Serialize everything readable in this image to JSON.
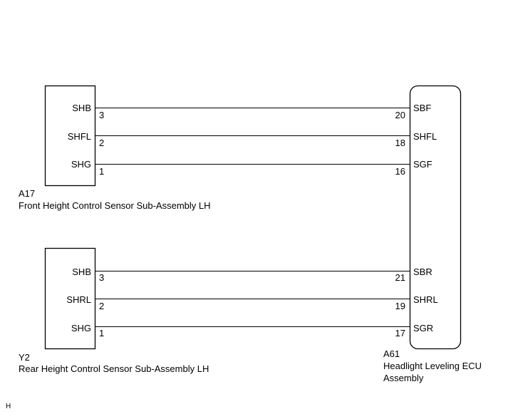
{
  "connectors": {
    "front_sensor": {
      "code": "A17",
      "name": "Front Height Control Sensor Sub-Assembly LH",
      "terminals": [
        {
          "signal": "SHB",
          "pin": "3"
        },
        {
          "signal": "SHFL",
          "pin": "2"
        },
        {
          "signal": "SHG",
          "pin": "1"
        }
      ]
    },
    "rear_sensor": {
      "code": "Y2",
      "name": "Rear Height Control Sensor Sub-Assembly LH",
      "terminals": [
        {
          "signal": "SHB",
          "pin": "3"
        },
        {
          "signal": "SHRL",
          "pin": "2"
        },
        {
          "signal": "SHG",
          "pin": "1"
        }
      ]
    },
    "ecu": {
      "code": "A61",
      "name_line1": "Headlight Leveling ECU",
      "name_line2": "Assembly",
      "terminals": [
        {
          "signal": "SBF",
          "pin": "20"
        },
        {
          "signal": "SHFL",
          "pin": "18"
        },
        {
          "signal": "SGF",
          "pin": "16"
        },
        {
          "signal": "SBR",
          "pin": "21"
        },
        {
          "signal": "SHRL",
          "pin": "19"
        },
        {
          "signal": "SGR",
          "pin": "17"
        }
      ]
    }
  },
  "corner_mark": "H"
}
